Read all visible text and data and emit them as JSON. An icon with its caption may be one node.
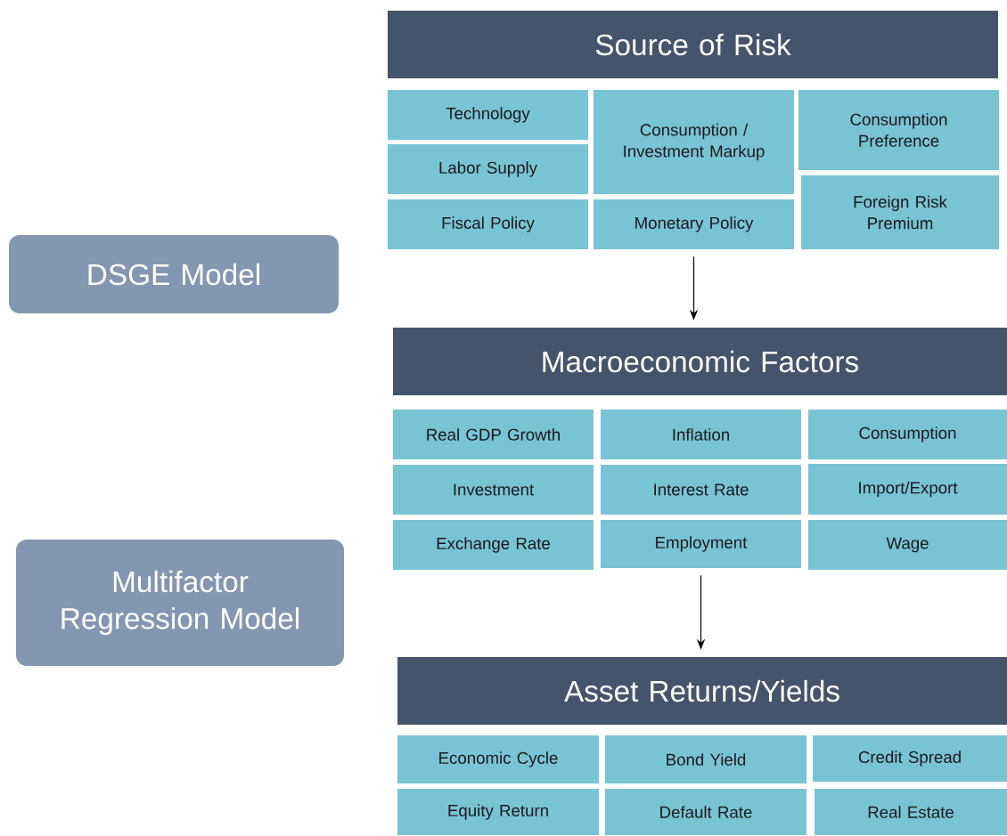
{
  "diagram": {
    "nodes": [
      {
        "text": [
          "Source of Risk"
        ]
      },
      {
        "text": [
          "Technology"
        ]
      },
      {
        "text": [
          "Consumption / Investment Markup"
        ]
      },
      {
        "text": [
          "Consumption Preference"
        ]
      },
      {
        "text": [
          "Labor Supply"
        ]
      },
      {
        "text": [
          "Foreign Risk Premium"
        ]
      },
      {
        "text": [
          "Fiscal Policy"
        ]
      },
      {
        "text": [
          "Monetary Policy"
        ]
      },
      {
        "text": [
          "DSGE Model"
        ]
      },
      {
        "text": [
          "Macroeconomic Factors"
        ]
      },
      {
        "text": [
          "Real GDP Growth"
        ]
      },
      {
        "text": [
          "Inflation"
        ]
      },
      {
        "text": [
          "Consumption"
        ]
      },
      {
        "text": [
          "Investment"
        ]
      },
      {
        "text": [
          "Interest Rate"
        ]
      },
      {
        "text": [
          "Import/Export"
        ]
      },
      {
        "text": [
          "Exchange Rate"
        ]
      },
      {
        "text": [
          "Employment"
        ]
      },
      {
        "text": [
          "Wage"
        ]
      },
      {
        "text": [
          "Multifactor Regression Model"
        ]
      },
      {
        "text": [
          "Asset Returns/Yields"
        ]
      },
      {
        "text": [
          "Economic Cycle"
        ]
      },
      {
        "text": [
          "Bond Yield"
        ]
      },
      {
        "text": [
          "Credit Spread"
        ]
      },
      {
        "text": [
          "Equity Return"
        ]
      },
      {
        "text": [
          "Default Rate"
        ]
      },
      {
        "text": [
          "Real Estate"
        ]
      }
    ],
    "edges": [
      {
        "from": 7,
        "to": 9,
        "arrow": "to"
      },
      {
        "from": 17,
        "to": 20,
        "arrow": "to"
      }
    ]
  }
}
